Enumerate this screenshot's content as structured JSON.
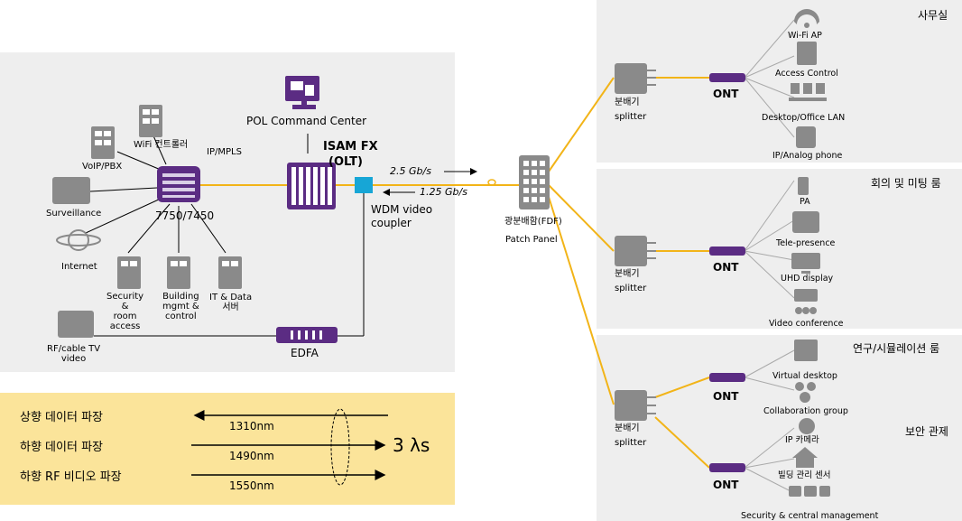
{
  "central": {
    "pol_command_center": "POL Command Center",
    "wifi_controller": "WiFi 컨트롤러",
    "ip_mpls": "IP/MPLS",
    "voip_pbx": "VoIP/PBX",
    "surveillance": "Surveillance",
    "internet": "Internet",
    "router": "7750/7450",
    "isam_line1": "ISAM FX",
    "isam_line2": "(OLT)",
    "security_room_access": "Security\n&\nroom\naccess",
    "building_mgmt": "Building\nmgmt &\ncontrol",
    "it_data": "IT & Data\n서버",
    "rf_cable_tv": "RF/cable TV\nvideo",
    "edfa": "EDFA",
    "wdm_line1": "WDM video",
    "wdm_line2": "coupler",
    "rate_up": "2.5 Gb/s",
    "rate_down": "1.25 Gb/s"
  },
  "patch_panel": {
    "label1": "광분배함(FDF)",
    "label2": "Patch Panel"
  },
  "wavelengths": {
    "rows": [
      {
        "label": "상향 데이터 파장",
        "nm": "1310nm"
      },
      {
        "label": "하향 데이터 파장",
        "nm": "1490nm"
      },
      {
        "label": "하향 RF 비디오 파장",
        "nm": "1550nm"
      }
    ],
    "lambda": "3 λs"
  },
  "splitter": {
    "line1": "분배기",
    "line2": "splitter"
  },
  "ont_label": "ONT",
  "zones": {
    "office": {
      "title": "사무실",
      "devices": [
        "Wi-Fi AP",
        "Access Control",
        "Desktop/Office LAN",
        "IP/Analog phone"
      ]
    },
    "meeting": {
      "title": "회의 및 미팅 룸",
      "devices": [
        "PA",
        "Tele-presence",
        "UHD display",
        "Video conference"
      ]
    },
    "research": {
      "title": "연구/시뮬레이션 룸",
      "devices": [
        "Virtual desktop",
        "Collaboration group"
      ]
    },
    "security": {
      "title": "보안 관제",
      "devices": [
        "IP 카메라",
        "빌딩 관리 센서",
        "Security & central management"
      ]
    }
  },
  "colors": {
    "purple": "#5b2c83",
    "fiber": "#f2b418",
    "panel_gray": "#eeeeee",
    "legend_yellow": "#fbe49a",
    "coupler_cyan": "#17a6d6",
    "device_gray": "#8a8a8a"
  }
}
